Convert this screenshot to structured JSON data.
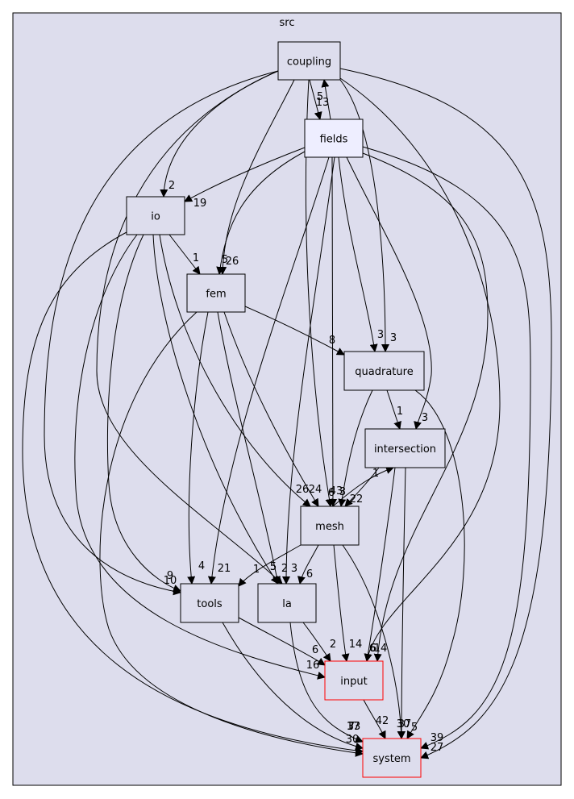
{
  "cluster": {
    "label": "src",
    "fill": "#dddded",
    "stroke": "#000000"
  },
  "colors": {
    "node_fill": "#dddded",
    "highlight_fill": "#eeeeff",
    "node_stroke": "#000000",
    "external_stroke": "#ff0000",
    "edge": "#000000"
  },
  "nodes": [
    {
      "id": "coupling",
      "label": "coupling"
    },
    {
      "id": "fields",
      "label": "fields",
      "highlight": true
    },
    {
      "id": "io",
      "label": "io"
    },
    {
      "id": "fem",
      "label": "fem"
    },
    {
      "id": "quadrature",
      "label": "quadrature"
    },
    {
      "id": "intersection",
      "label": "intersection"
    },
    {
      "id": "mesh",
      "label": "mesh"
    },
    {
      "id": "tools",
      "label": "tools"
    },
    {
      "id": "la",
      "label": "la"
    },
    {
      "id": "input",
      "label": "input",
      "external": true
    },
    {
      "id": "system",
      "label": "system",
      "external": true
    }
  ],
  "edges": [
    {
      "from": "coupling",
      "to": "fields",
      "label": "13"
    },
    {
      "from": "fields",
      "to": "coupling",
      "label": "5"
    },
    {
      "from": "coupling",
      "to": "io",
      "label": "2"
    },
    {
      "from": "coupling",
      "to": "fem",
      "label": "5"
    },
    {
      "from": "coupling",
      "to": "quadrature",
      "label": "3"
    },
    {
      "from": "coupling",
      "to": "mesh",
      "label": "6"
    },
    {
      "from": "coupling",
      "to": "tools",
      "label": "10"
    },
    {
      "from": "coupling",
      "to": "la",
      "label": "2"
    },
    {
      "from": "coupling",
      "to": "input",
      "label": "6"
    },
    {
      "from": "coupling",
      "to": "system",
      "label": "27"
    },
    {
      "from": "fields",
      "to": "io",
      "label": "19"
    },
    {
      "from": "fields",
      "to": "fem",
      "label": "26"
    },
    {
      "from": "fields",
      "to": "quadrature",
      "label": "3"
    },
    {
      "from": "fields",
      "to": "intersection",
      "label": "3"
    },
    {
      "from": "fields",
      "to": "mesh",
      "label": "43"
    },
    {
      "from": "fields",
      "to": "tools",
      "label": "21"
    },
    {
      "from": "fields",
      "to": "la",
      "label": "3"
    },
    {
      "from": "fields",
      "to": "input",
      "label": "14"
    },
    {
      "from": "fields",
      "to": "system",
      "label": "39"
    },
    {
      "from": "io",
      "to": "fem",
      "label": "1"
    },
    {
      "from": "io",
      "to": "mesh",
      "label": "26"
    },
    {
      "from": "io",
      "to": "tools",
      "label": "9"
    },
    {
      "from": "io",
      "to": "la",
      "label": "5"
    },
    {
      "from": "io",
      "to": "input",
      "label": "16"
    },
    {
      "from": "io",
      "to": "system",
      "label": "30"
    },
    {
      "from": "fem",
      "to": "quadrature",
      "label": "8"
    },
    {
      "from": "fem",
      "to": "mesh",
      "label": "24"
    },
    {
      "from": "fem",
      "to": "tools",
      "label": "4"
    },
    {
      "from": "fem",
      "to": "la",
      "label": "5"
    },
    {
      "from": "fem",
      "to": "system",
      "label": "33"
    },
    {
      "from": "quadrature",
      "to": "intersection",
      "label": "1"
    },
    {
      "from": "quadrature",
      "to": "mesh",
      "label": "3"
    },
    {
      "from": "quadrature",
      "to": "system",
      "label": "5"
    },
    {
      "from": "intersection",
      "to": "mesh",
      "label": "22"
    },
    {
      "from": "mesh",
      "to": "intersection",
      "label": "1"
    },
    {
      "from": "intersection",
      "to": "input",
      "label": "6"
    },
    {
      "from": "intersection",
      "to": "system",
      "label": "30"
    },
    {
      "from": "mesh",
      "to": "tools",
      "label": "1"
    },
    {
      "from": "mesh",
      "to": "la",
      "label": "6"
    },
    {
      "from": "mesh",
      "to": "input",
      "label": "14"
    },
    {
      "from": "mesh",
      "to": "system",
      "label": "37"
    },
    {
      "from": "tools",
      "to": "input",
      "label": "6"
    },
    {
      "from": "tools",
      "to": "system",
      "label": "17"
    },
    {
      "from": "la",
      "to": "input",
      "label": "2"
    },
    {
      "from": "la",
      "to": "system",
      "label": "7"
    },
    {
      "from": "input",
      "to": "system",
      "label": "42"
    }
  ]
}
